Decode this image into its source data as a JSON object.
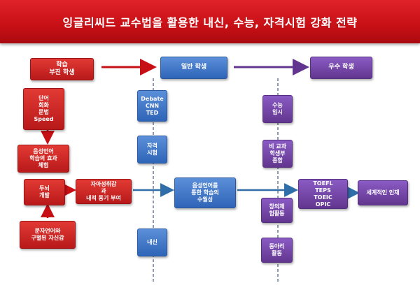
{
  "header": {
    "title": "잉글리씨드 교수법을 활용한 내신, 수능, 자격시험 강화 전략"
  },
  "colors": {
    "red": "#c71016",
    "blue": "#2f65b8",
    "purple": "#62368f",
    "arrow_blue": "#2f6ea8"
  },
  "top_row": {
    "struggling": "학습\n부진 학생",
    "general": "일반 학생",
    "excellent": "우수 학생"
  },
  "left_column": {
    "basics": "단어\n회화\n문법\nSpeed",
    "spoken_effect": "음성언어\n학습의 효과\n체험",
    "brain_dev": "두뇌\n개발",
    "written_confidence": "문자언어와\n구별된 자신감",
    "self_efficacy": "자아성취감\n과\n내적 동기 부여"
  },
  "blue_column_1": {
    "media": "Debate\nCNN\nTED",
    "certification": "자격\n시험",
    "school_grades": "내신"
  },
  "middle": {
    "spoken_learning": "음성언어를\n통한 학습의\n수월성"
  },
  "purple_column": {
    "entrance": "수능\n입시",
    "non_subject": "비 교과\n학생부\n종합",
    "creative": "창의체\n험활동",
    "club": "동아리\n활동"
  },
  "right": {
    "tests": "TOEFL\nTEPS\nTOEIC\nOPIC",
    "global_talent": "세계적인 인재"
  }
}
